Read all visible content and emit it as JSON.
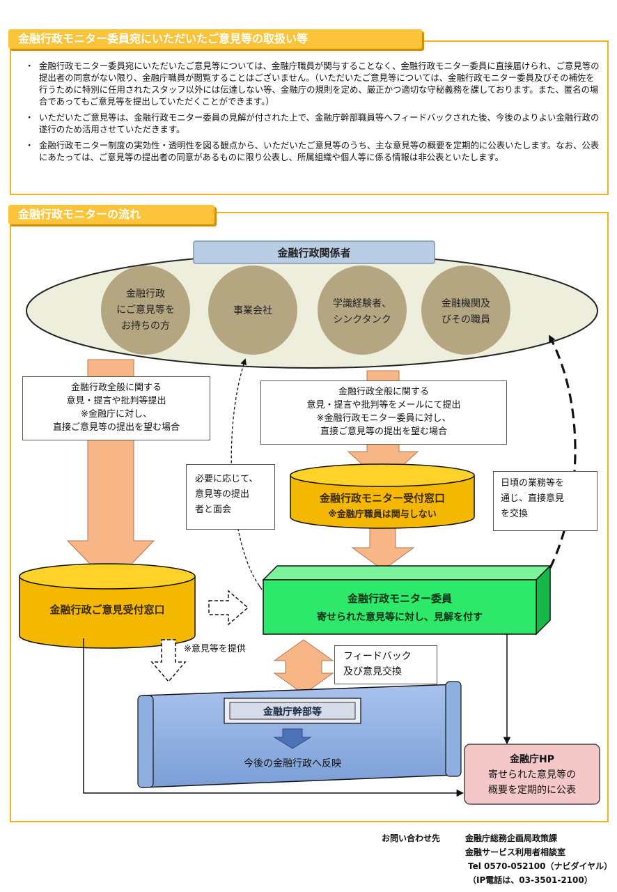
{
  "section1": {
    "title": "金融行政モニター委員宛にいただいたご意見等の取扱い等",
    "bullets": [
      "金融行政モニター委員宛にいただいたご意見等については、金融庁職員が関与することなく、金融行政モニター委員に直接届けられ、ご意見等の提出者の同意がない限り、金融庁職員が閲覧することはございません。（いただいたご意見等については、金融行政モニター委員及びその補佐を行うために特別に任用されたスタッフ以外には伝達しない等、金融庁の規則を定め、厳正かつ適切な守秘義務を課しております。また、匿名の場合であってもご意見等を提出していただくことができます。）",
      "いただいたご意見等は、金融行政モニター委員の見解が付された上で、金融庁幹部職員等へフィードバックされた後、今後のよりよい金融行政の遂行のため活用させていただきます。",
      "金融行政モニター制度の実効性・透明性を図る観点から、いただいたご意見等のうち、主な意見等の概要を定期的に公表いたします。なお、公表にあたっては、ご意見等の提出者の同意があるものに限り公表し、所属組織や個人等に係る情報は非公表といたします。"
    ]
  },
  "section2": {
    "title": "金融行政モニターの流れ",
    "stakeholders_label": "金融行政関係者",
    "circles": [
      [
        "金融行政",
        "にご意見等を",
        "お持ちの方"
      ],
      [
        "事業会社"
      ],
      [
        "学識経験者、",
        "シンクタンク"
      ],
      [
        "金融機関及",
        "びその職員"
      ]
    ],
    "left_box": [
      "金融行政全般に関する",
      "意見・提言や批判等提出",
      "※金融庁に対し、",
      "直接ご意見等の提出を望む場合"
    ],
    "right_box": [
      "金融行政全般に関する",
      "意見・提言や批判等をメールにて提出",
      "※金融行政モニター委員に対し、",
      "直接ご意見等の提出を望む場合"
    ],
    "meeting_box": [
      "必要に応じて、",
      "意見等の提出",
      "者と面会"
    ],
    "daily_box": [
      "日頃の業務等を",
      "通じ、直接意見",
      "を交換"
    ],
    "monitor_window": [
      "金融行政モニター受付窓口",
      "※金融庁職員は関与しない"
    ],
    "opinion_window": "金融行政ご意見受付窓口",
    "monitor_member": [
      "金融行政モニター委員",
      "寄せられた意見等に対し、見解を付す"
    ],
    "provide_note": "※意見等を提供",
    "feedback_box": [
      "フィードバック",
      "及び意見交換"
    ],
    "executives": "金融庁幹部等",
    "reflect": "今後の金融行政へ反映",
    "hp_box": [
      "金融庁HP",
      "寄せられた意見等の",
      "概要を定期的に公表"
    ]
  },
  "footer": {
    "contact_label": "お問い合わせ先",
    "org1": "金融庁総務企画局政策課",
    "org2": "金融サービス利用者相談室",
    "tel": "Tel 0570-052100（ナビダイヤル）",
    "ip": "（IP電話は、03-3501-2100）"
  },
  "colors": {
    "header": "#fbc43a",
    "border": "#f2b21d",
    "ellipse": "#eeeedd",
    "circle": "#b5a682",
    "cylinder": "#f5b800",
    "green": "#2ee86a",
    "scroll": "#8fafe0",
    "arrow": "#f8b585",
    "hp": "#f4c7c9"
  }
}
